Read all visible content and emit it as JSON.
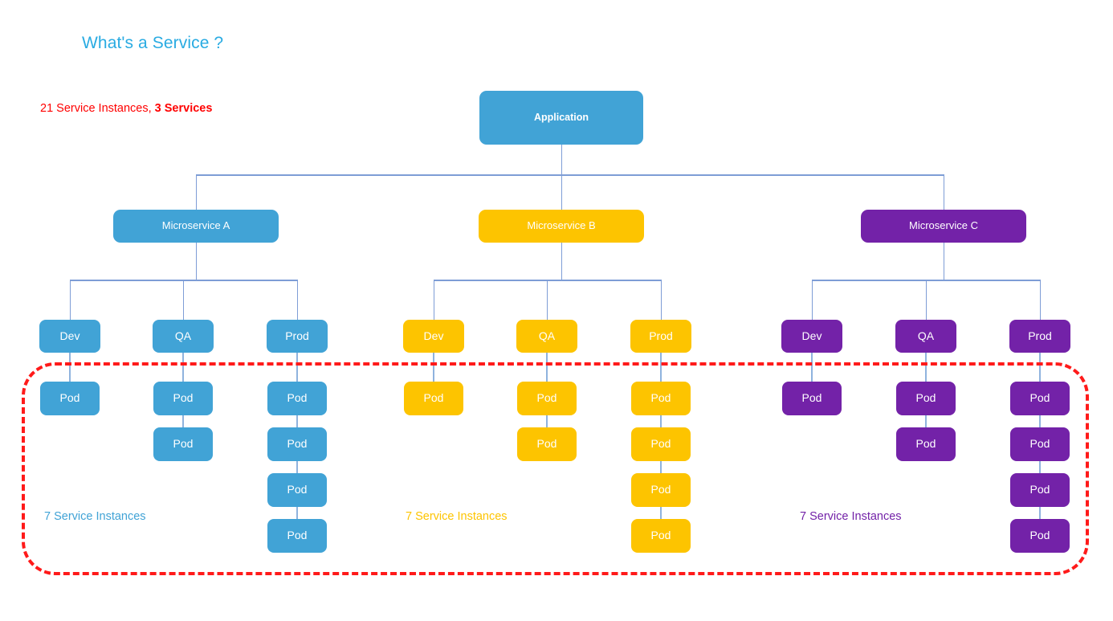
{
  "slide": {
    "title": "What's a Service ?",
    "total_caption_prefix": "21 Service Instances, ",
    "total_caption_strong": "3 Services",
    "total_instances": 21,
    "total_services": 3,
    "colors": {
      "title": "#29ABE2",
      "total_caption": "#FF0000",
      "blue": "#41A3D6",
      "yellow": "#FDC400",
      "purple": "#7322A8",
      "connector": "#7E9DD6",
      "boundary": "#FF1A1A",
      "background": "#FFFFFF"
    },
    "boundary_label": "service-boundary"
  },
  "root": {
    "label": "Application",
    "color": "blue"
  },
  "groups": [
    {
      "id": "a",
      "label": "Microservice A",
      "color": "blue",
      "caption": "7 Service Instances",
      "instances": 7,
      "environments": [
        {
          "label": "Dev",
          "pods": [
            "Pod"
          ]
        },
        {
          "label": "QA",
          "pods": [
            "Pod",
            "Pod"
          ]
        },
        {
          "label": "Prod",
          "pods": [
            "Pod",
            "Pod",
            "Pod",
            "Pod"
          ]
        }
      ]
    },
    {
      "id": "b",
      "label": "Microservice B",
      "color": "yellow",
      "caption": "7 Service Instances",
      "instances": 7,
      "environments": [
        {
          "label": "Dev",
          "pods": [
            "Pod"
          ]
        },
        {
          "label": "QA",
          "pods": [
            "Pod",
            "Pod"
          ]
        },
        {
          "label": "Prod",
          "pods": [
            "Pod",
            "Pod",
            "Pod",
            "Pod"
          ]
        }
      ]
    },
    {
      "id": "c",
      "label": "Microservice C",
      "color": "purple",
      "caption": "7 Service Instances",
      "instances": 7,
      "environments": [
        {
          "label": "Dev",
          "pods": [
            "Pod"
          ]
        },
        {
          "label": "QA",
          "pods": [
            "Pod",
            "Pod"
          ]
        },
        {
          "label": "Prod",
          "pods": [
            "Pod",
            "Pod",
            "Pod",
            "Pod"
          ]
        }
      ]
    }
  ]
}
